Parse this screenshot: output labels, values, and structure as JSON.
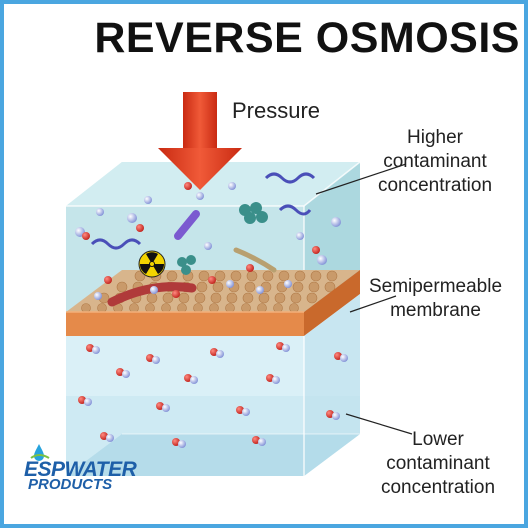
{
  "title": "REVERSE OSMOSIS",
  "labels": {
    "pressure": "Pressure",
    "higher": [
      "Higher",
      "contaminant",
      "concentration"
    ],
    "semipermeable": [
      "Semipermeable",
      "membrane"
    ],
    "lower": [
      "Lower",
      "contaminant",
      "concentration"
    ]
  },
  "logo": {
    "line1": "ESPWATER",
    "line2": "PRODUCTS"
  },
  "colors": {
    "frame": "#4aa6e0",
    "arrow": "#e8432a",
    "membrane": "#e58a4a",
    "water_top": "#bfe2e8",
    "water_bottom": "#d6eef6"
  },
  "icons": [
    "radiation-icon",
    "water-drop-icon"
  ]
}
